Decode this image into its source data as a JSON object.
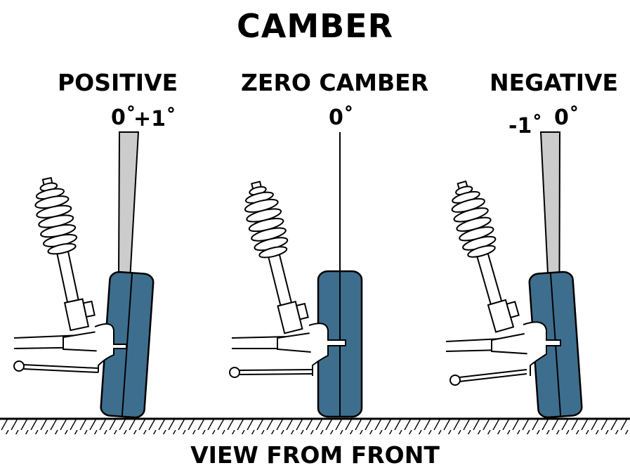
{
  "title": "CAMBER",
  "panels": {
    "positive": {
      "label": "POSITIVE",
      "ref": "0˚",
      "tilt": "+1˚"
    },
    "zero": {
      "label": "ZERO CAMBER",
      "ref": "0˚"
    },
    "negative": {
      "label": "NEGATIVE",
      "tilt": "-1˚",
      "ref": "0˚"
    }
  },
  "footer": "VIEW FROM FRONT",
  "colors": {
    "tire": "#3e6e8e",
    "wedge": "#cccccc",
    "ink": "#000000"
  }
}
